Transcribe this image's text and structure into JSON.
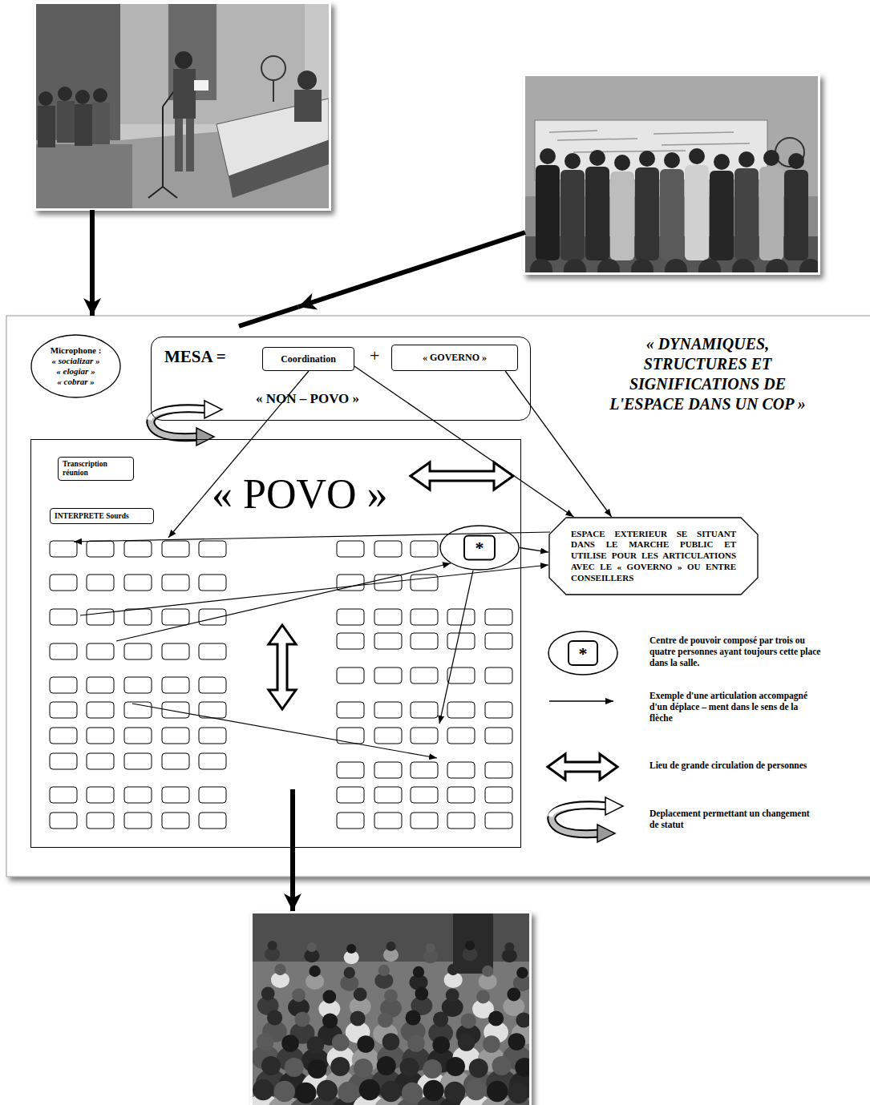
{
  "diagram": {
    "title": "« DYNAMIQUES, STRUCTURES ET SIGNIFICATIONS DE L'ESPACE DANS UN COP »",
    "nodes": [
      {
        "text": [
          "Microphone :",
          "« socializar »",
          "« elogiar »",
          "« cobrar »"
        ]
      },
      {
        "text": [
          "MESA =",
          "+",
          "« NON – POVO »"
        ]
      },
      {
        "text": [
          "Coordination"
        ],
        "in": 1
      },
      {
        "text": [
          "« GOVERNO »"
        ],
        "in": 1
      },
      {
        "text": [
          "ESPACE EXTERIEUR SE SITUANT DANS LE MARCHE PUBLIC ET UTILISE POUR LES ARTICULATIONS AVEC LE « GOVERNO » OU ENTRE CONSEILLERS"
        ]
      },
      {
        "text": [
          "« POVO »"
        ]
      },
      {
        "text": [
          "Transcription réunion"
        ],
        "in": 5
      },
      {
        "text": [
          "INTERPRETE Sourds"
        ],
        "in": 5
      },
      {
        "text": [
          "*"
        ],
        "in": 5
      }
    ],
    "edges": [
      {
        "from": 2,
        "to": 4,
        "arrow": "to"
      },
      {
        "from": 3,
        "to": 4,
        "arrow": "to"
      },
      {
        "from": 8,
        "to": 4,
        "arrow": "to"
      }
    ],
    "labels": [
      "*"
    ],
    "legend": [
      {
        "text": "Centre de pouvoir composé par trois ou quatre personnes ayant toujours cette place dans la salle."
      },
      {
        "text": "Exemple d'une articulation accompagné d'un déplace – ment dans le sens de la flèche"
      },
      {
        "text": "Lieu de grande circulation de personnes"
      },
      {
        "text": "Deplacement permettant un changement de statut"
      }
    ]
  }
}
